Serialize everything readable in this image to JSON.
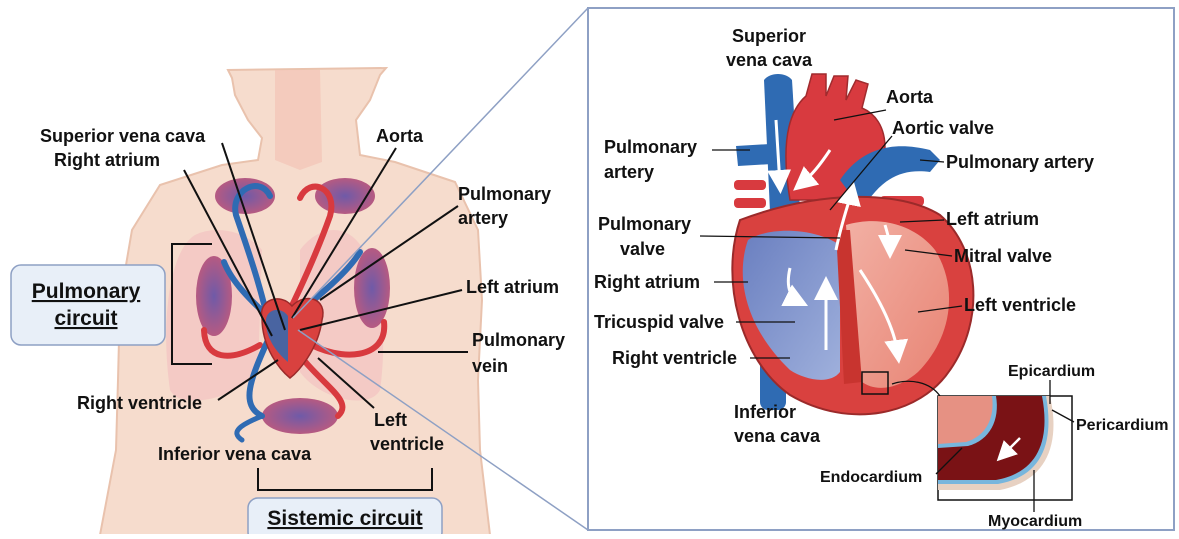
{
  "colors": {
    "skin": "#f6dccd",
    "skin_edge": "#e9c2ad",
    "lung": "#f3c7c3",
    "vein_blue": "#2f6bb3",
    "artery_red": "#d83a3f",
    "heart_red": "#d9413f",
    "panel_border": "#8ea0c4",
    "box_fill": "#e8eff8"
  },
  "left_panel": {
    "labels": {
      "superior_vena_cava": "Superior vena cava",
      "right_atrium": "Right atrium",
      "aorta": "Aorta",
      "pulmonary_artery_1": "Pulmonary",
      "pulmonary_artery_2": "artery",
      "left_atrium": "Left atrium",
      "pulmonary_vein_1": "Pulmonary",
      "pulmonary_vein_2": "vein",
      "right_ventricle": "Right ventricle",
      "left_ventricle_1": "Left",
      "left_ventricle_2": "ventricle",
      "inferior_vena_cava": "Inferior vena cava"
    },
    "pulmonary_circuit_1": "Pulmonary",
    "pulmonary_circuit_2": "circuit",
    "systemic_circuit": "Sistemic circuit"
  },
  "right_panel": {
    "labels": {
      "superior_vena_cava_1": "Superior",
      "superior_vena_cava_2": "vena cava",
      "aorta": "Aorta",
      "aortic_valve": "Aortic valve",
      "pulmonary_artery_left_1": "Pulmonary",
      "pulmonary_artery_left_2": "artery",
      "pulmonary_artery_right": "Pulmonary artery",
      "left_atrium": "Left atrium",
      "pulmonary_valve_1": "Pulmonary",
      "pulmonary_valve_2": "valve",
      "mitral_valve": "Mitral valve",
      "right_atrium": "Right atrium",
      "left_ventricle": "Left ventricle",
      "tricuspid_valve": "Tricuspid valve",
      "right_ventricle": "Right ventricle",
      "inferior_vena_cava_1": "Inferior",
      "inferior_vena_cava_2": "vena cava"
    },
    "inset": {
      "epicardium": "Epicardium",
      "pericardium": "Pericardium",
      "endocardium": "Endocardium",
      "myocardium": "Myocardium"
    }
  }
}
